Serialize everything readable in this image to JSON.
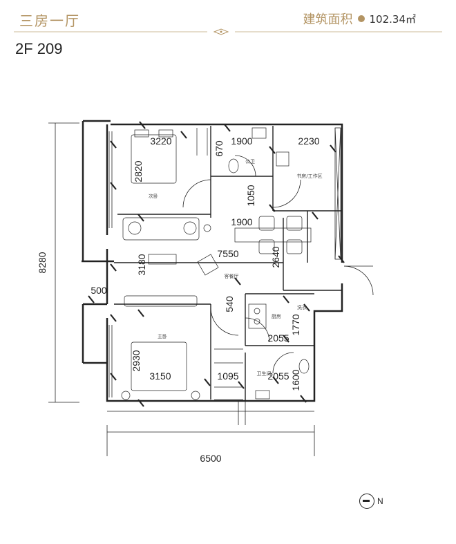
{
  "header": {
    "layout_type": "三房一厅",
    "area_label": "建筑面积",
    "area_value": "102.34㎡"
  },
  "unit_code": "2F  209",
  "dimensions": {
    "overall_height": "8280",
    "overall_width": "6500",
    "bed2_width": "3220",
    "bed2_height": "2820",
    "bath1_width": "1900",
    "bath1_depth": "670",
    "study_width": "2230",
    "corridor_1050": "1050",
    "corridor_1900": "1900",
    "living_width": "7550",
    "living_height": "3180",
    "dining_2640": "2640",
    "balcony_500": "500",
    "step_540": "540",
    "kitchen_width": "2055",
    "kitchen_height": "1770",
    "master_height": "2930",
    "master_width": "3150",
    "closet_1095": "1095",
    "bath2_width": "2055",
    "bath2_height": "1600"
  },
  "rooms": {
    "bedroom2": "次卧",
    "bath1": "公卫",
    "study": "书房/工作区",
    "living": "客餐厅",
    "kitchen": "厨房",
    "master": "主卧",
    "bath2": "卫生间",
    "laundry": "洗衣"
  },
  "compass": {
    "label": "N"
  },
  "colors": {
    "accent": "#b39463",
    "line": "#222222"
  }
}
